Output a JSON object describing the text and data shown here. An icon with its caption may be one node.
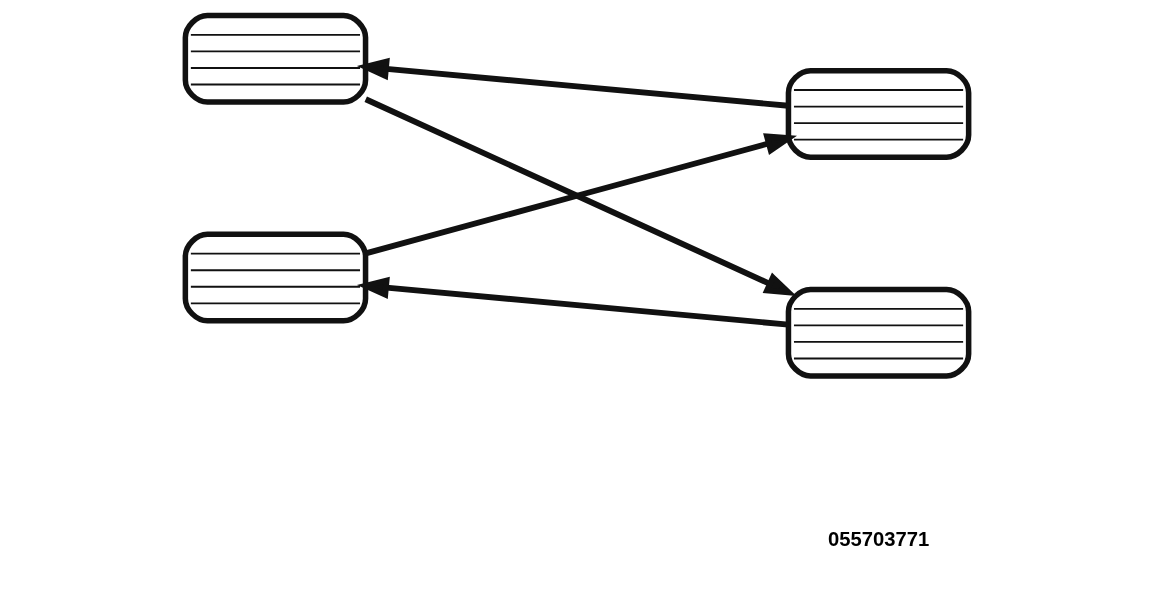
{
  "diagram": {
    "nodes": [
      {
        "text": [],
        "shape": "picture"
      },
      {
        "text": [],
        "shape": "picture"
      },
      {
        "text": [],
        "shape": "picture"
      },
      {
        "text": [],
        "shape": "picture"
      }
    ],
    "edges": [
      {
        "from": 1,
        "to": 0,
        "arrow": "to"
      },
      {
        "from": 0,
        "to": 3,
        "arrow": "to"
      },
      {
        "from": 2,
        "to": 1,
        "arrow": "to"
      },
      {
        "from": 3,
        "to": 2,
        "arrow": "to"
      }
    ],
    "labels": [
      "055703771"
    ]
  }
}
